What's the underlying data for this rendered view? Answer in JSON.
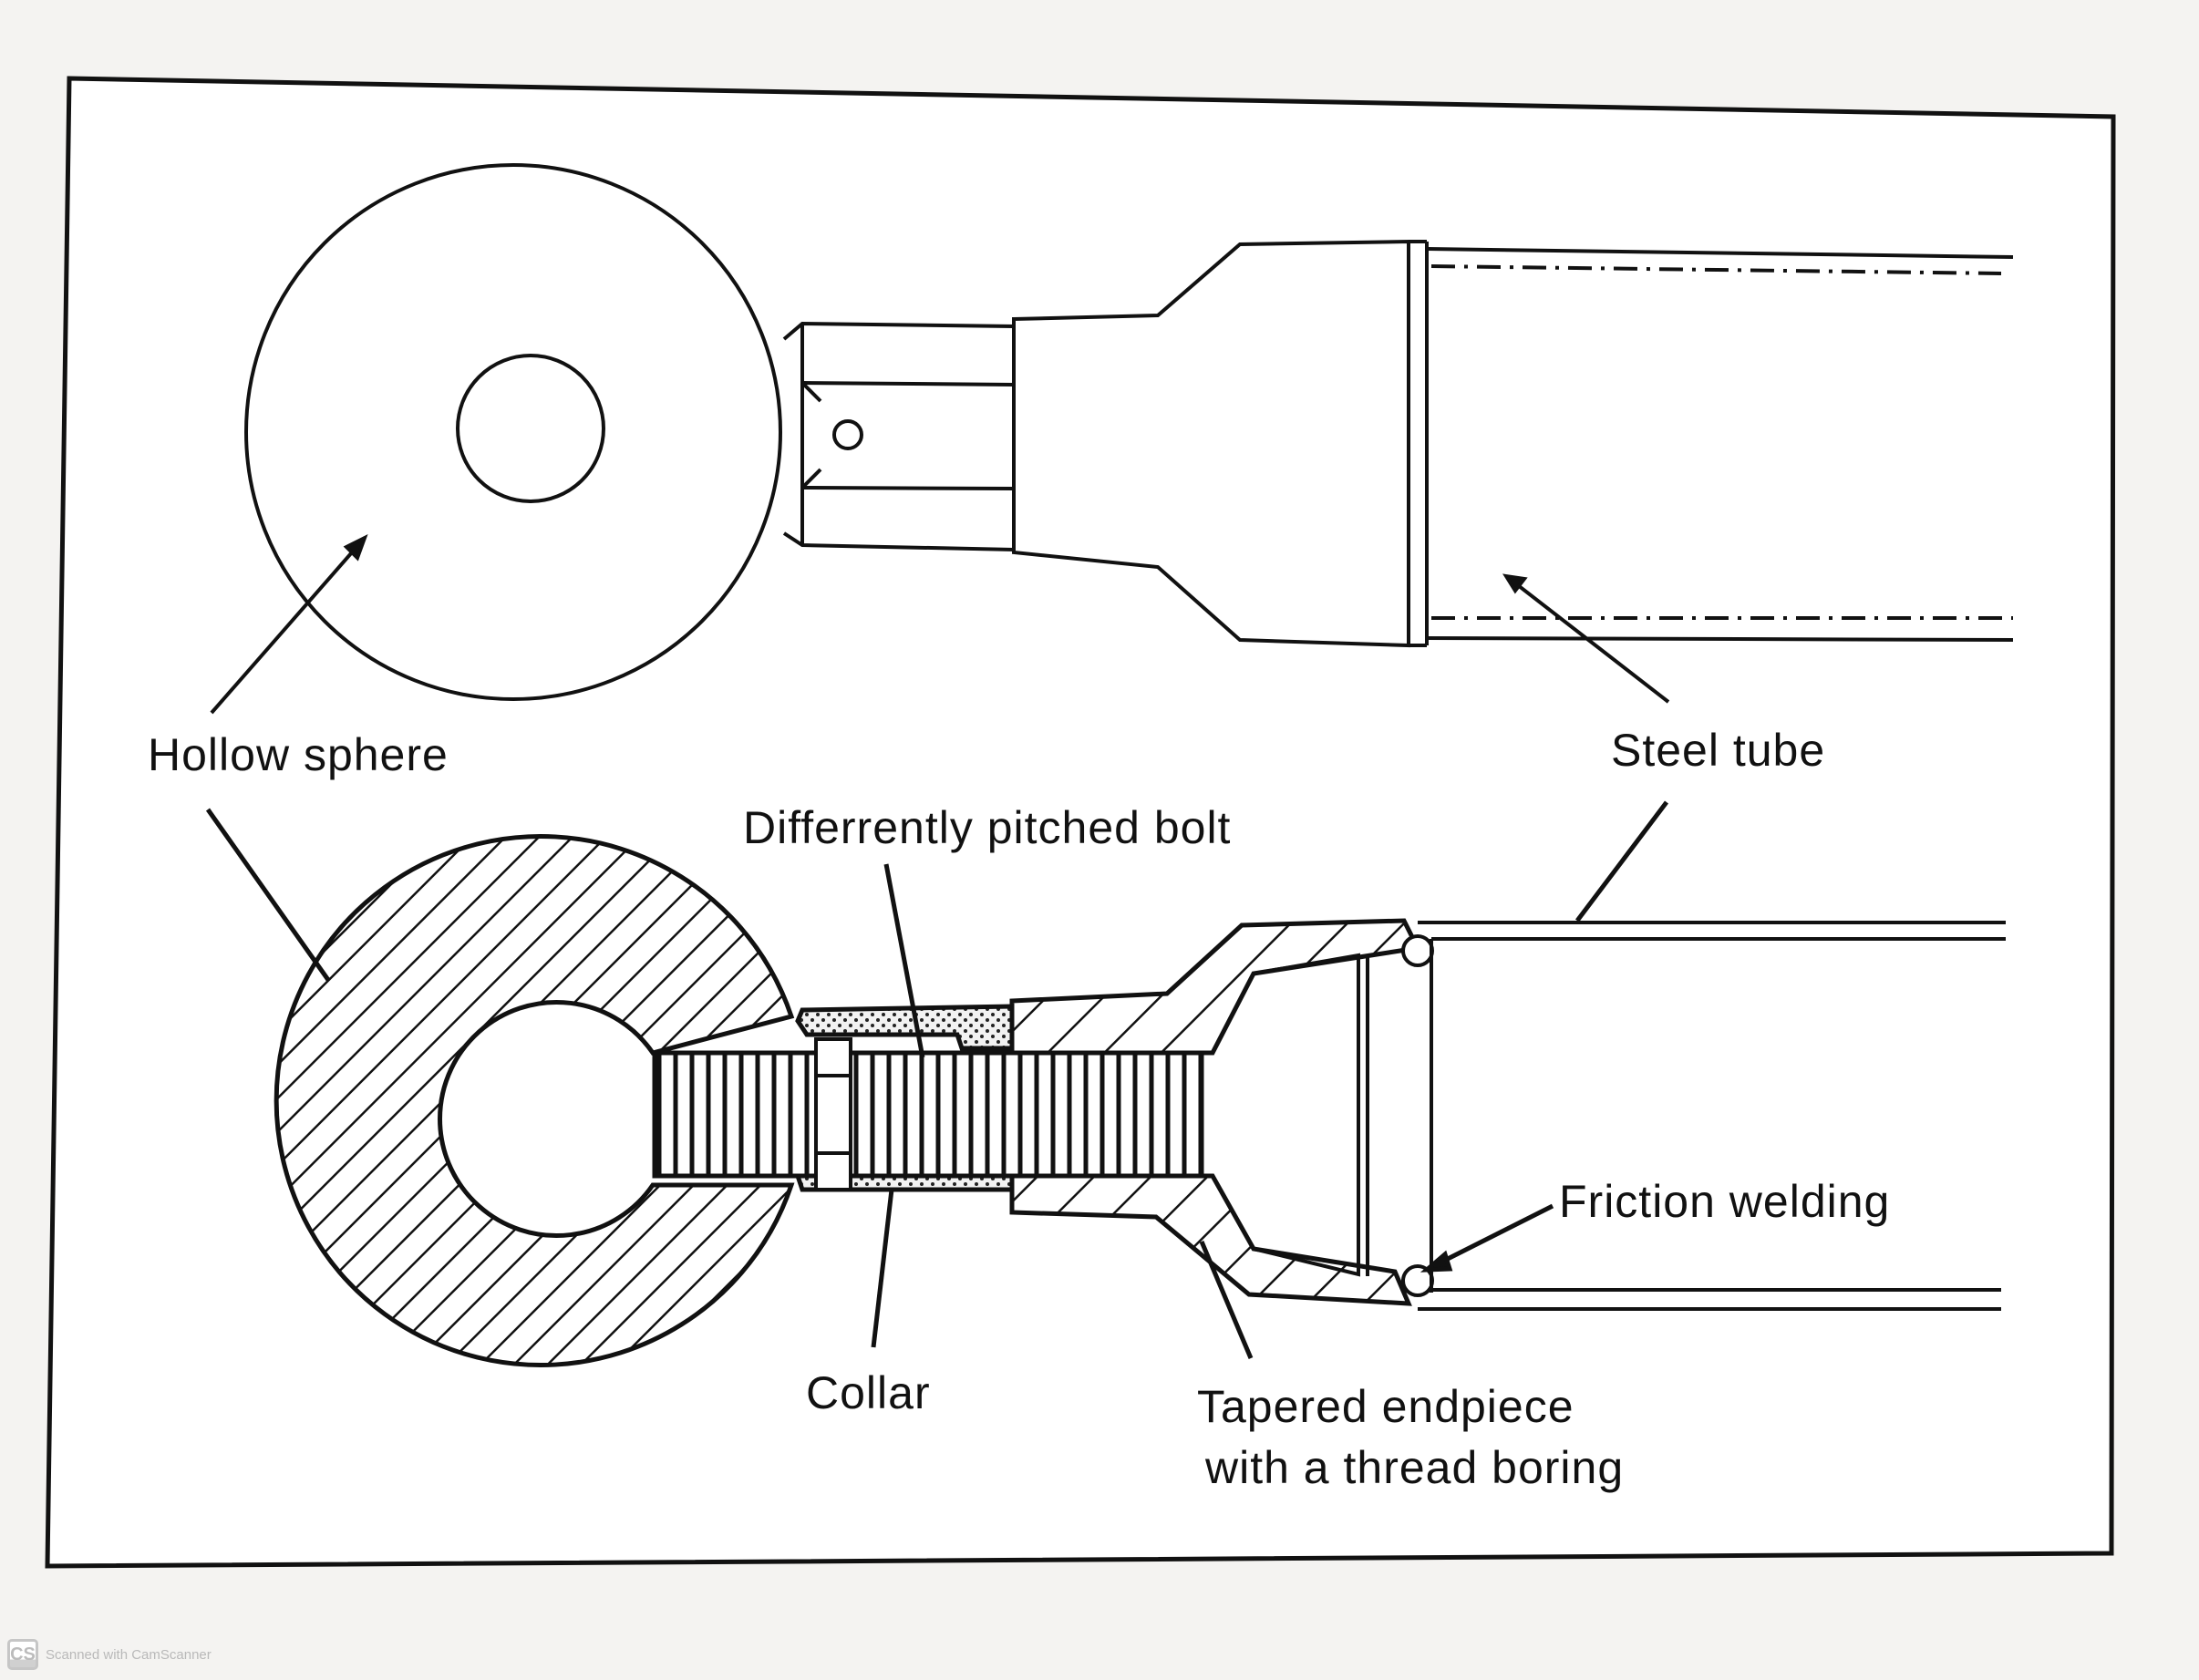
{
  "diagram": {
    "title": "Space frame node connection: hollow sphere with steel tube",
    "views": [
      "exterior-view",
      "section-view"
    ],
    "labels": {
      "hollow_sphere": "Hollow sphere",
      "steel_tube": "Steel tube",
      "bolt": "Differrently pitched bolt",
      "friction_welding": "Friction welding",
      "collar": "Collar",
      "endpiece_line1": "Tapered endpiece",
      "endpiece_line2": "with a thread boring"
    },
    "colors": {
      "ink": "#111111",
      "paper": "#ffffff",
      "background": "#f4f3f1"
    }
  },
  "watermark": {
    "logo": "CS",
    "text": "Scanned with CamScanner"
  }
}
